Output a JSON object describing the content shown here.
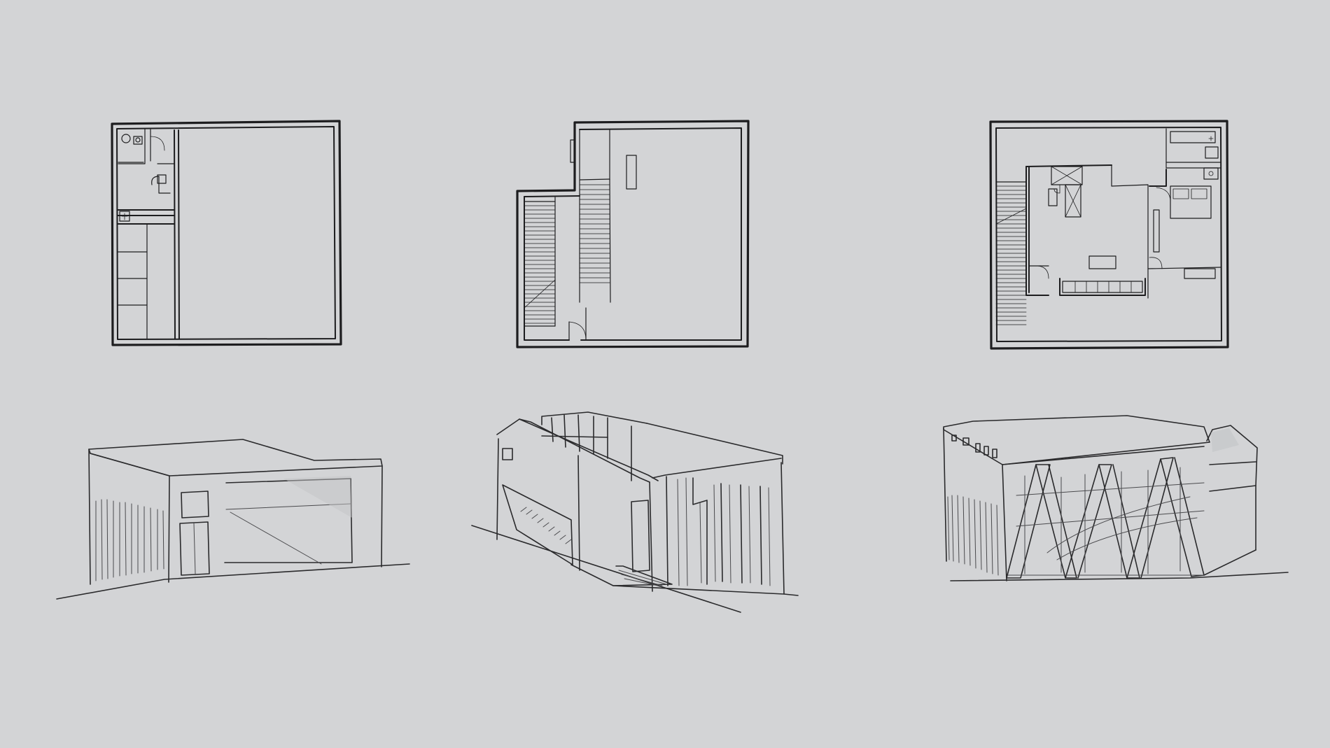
{
  "board": {
    "background": "#d3d4d6",
    "ink": "#1d1d1f"
  },
  "drawings": [
    {
      "id": "plan-ground-floor",
      "kind": "floor-plan"
    },
    {
      "id": "plan-stair-level",
      "kind": "floor-plan"
    },
    {
      "id": "plan-upper-floor",
      "kind": "floor-plan"
    },
    {
      "id": "sketch-perspective-1",
      "kind": "perspective-sketch"
    },
    {
      "id": "sketch-perspective-2",
      "kind": "perspective-sketch"
    },
    {
      "id": "sketch-perspective-3",
      "kind": "perspective-sketch"
    }
  ]
}
